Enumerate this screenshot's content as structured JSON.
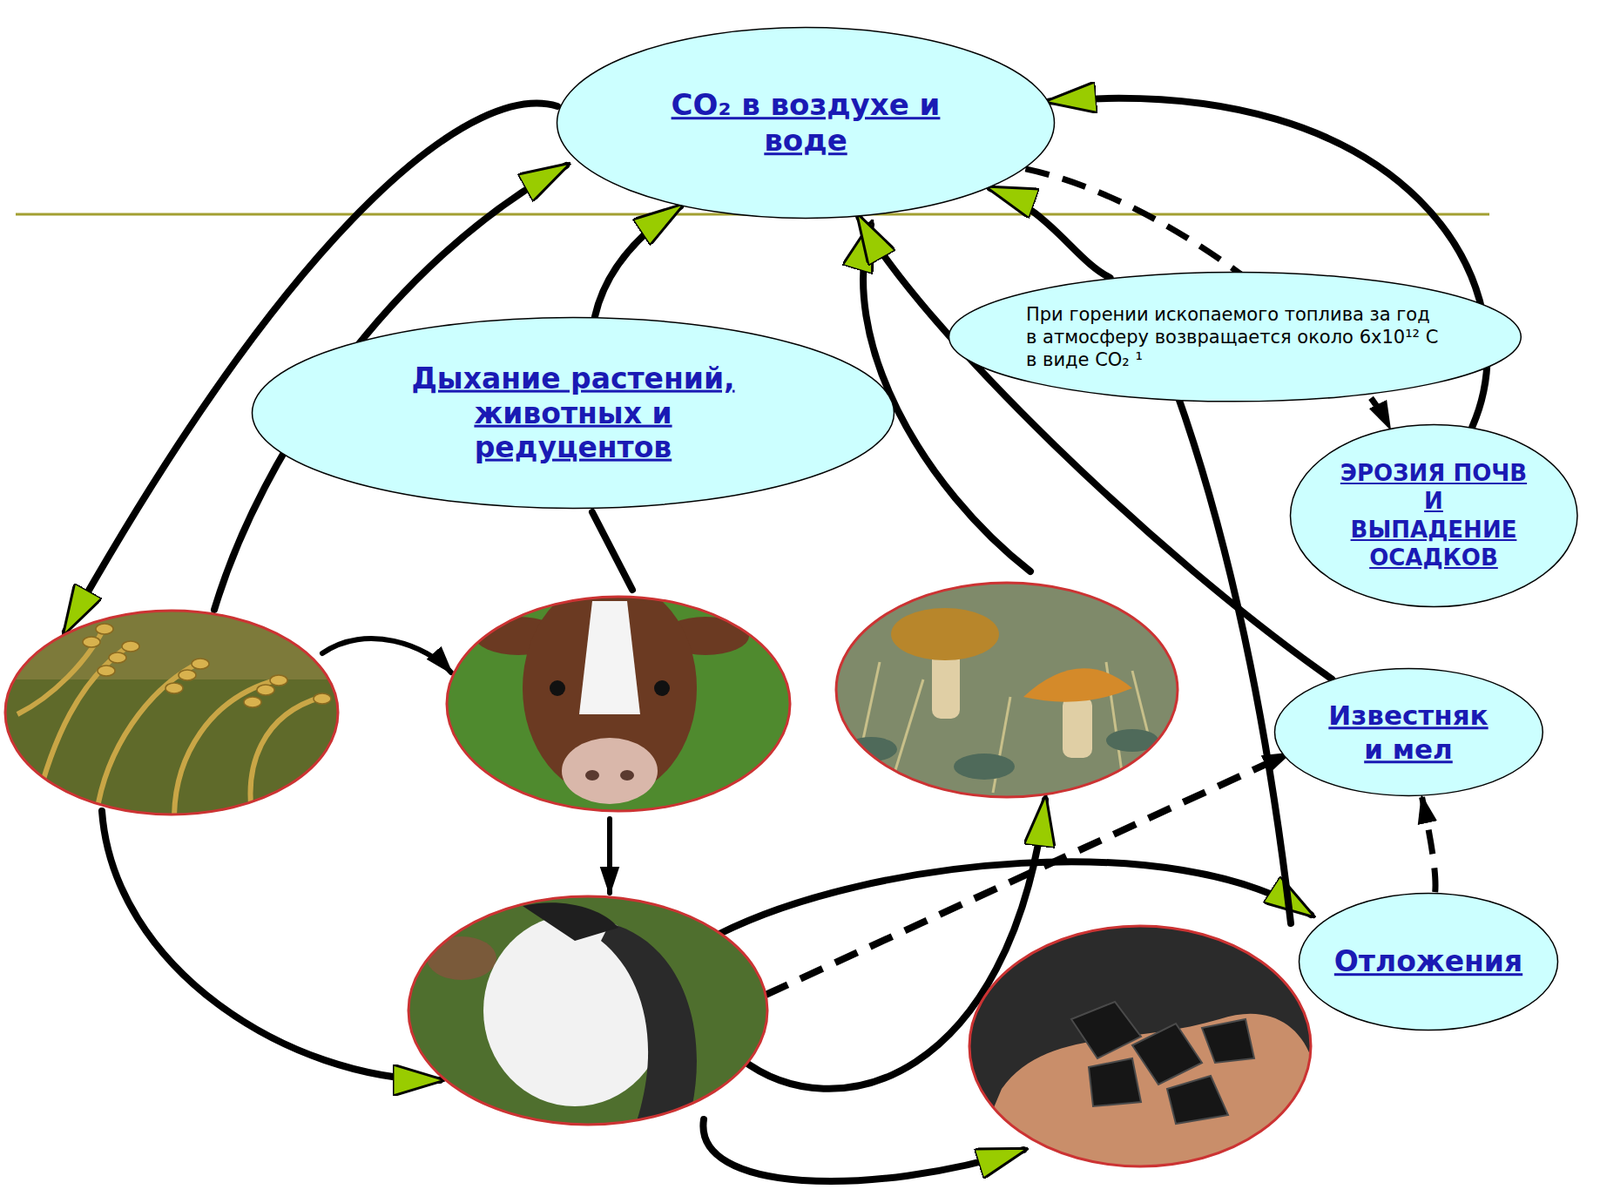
{
  "diagram": {
    "nodes": [
      {
        "text": [
          "CO₂ в воздухе и воде"
        ]
      },
      {
        "text": [
          "Дыхание растений, животных и редуцентов"
        ]
      },
      {
        "text": [
          "При горении ископаемого топлива за год в атмосферу возвращается около 6x10¹² C в виде CO₂ ¹"
        ]
      },
      {
        "text": [
          "ЭРОЗИЯ ПОЧВ И ВЫПАДЕНИЕ ОСАДКОВ"
        ]
      },
      {
        "text": [
          "Известняк и мел"
        ]
      },
      {
        "text": [
          "Отложения"
        ]
      }
    ],
    "edges": [
      {
        "from": 1,
        "to": 0,
        "arrow": "to"
      },
      {
        "from": 2,
        "to": 0,
        "arrow": "to"
      },
      {
        "from": 4,
        "to": 0,
        "arrow": "to"
      },
      {
        "from": 3,
        "to": 0,
        "arrow": "to"
      },
      {
        "from": 0,
        "to": 3,
        "arrow": "to"
      },
      {
        "from": 5,
        "to": 4,
        "arrow": "to"
      }
    ]
  }
}
